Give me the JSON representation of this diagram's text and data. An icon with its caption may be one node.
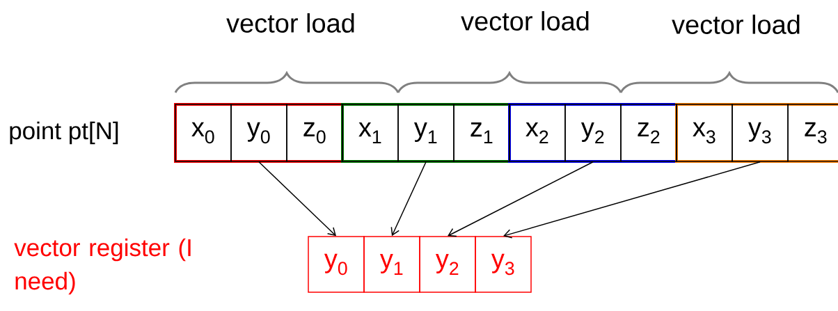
{
  "diagram": {
    "nodes": [
      {
        "text": [],
        "shape": "box"
      },
      {
        "text": [
          "x$_{0}$"
        ],
        "in": 0
      },
      {
        "text": [
          "y$_{0}$"
        ],
        "in": 0
      },
      {
        "text": [
          "z$_{0}$"
        ],
        "in": 0
      },
      {
        "text": [],
        "shape": "box"
      },
      {
        "text": [
          "x$_{1}$"
        ],
        "in": 4
      },
      {
        "text": [
          "y$_{1}$"
        ],
        "in": 4
      },
      {
        "text": [
          "z$_{1}$"
        ],
        "in": 4
      },
      {
        "text": [],
        "shape": "box"
      },
      {
        "text": [
          "x$_{2}$"
        ],
        "in": 8
      },
      {
        "text": [
          "y$_{2}$"
        ],
        "in": 8
      },
      {
        "text": [
          "z$_{2}$"
        ],
        "in": 8
      },
      {
        "text": [],
        "shape": "box"
      },
      {
        "text": [
          "x$_{3}$"
        ],
        "in": 12
      },
      {
        "text": [
          "y$_{3}$"
        ],
        "in": 12
      },
      {
        "text": [
          "z$_{3}$"
        ],
        "in": 12
      },
      {
        "text": [
          "y$_{0}$"
        ]
      },
      {
        "text": [
          "y$_{1}$"
        ]
      },
      {
        "text": [
          "y$_{2}$"
        ]
      },
      {
        "text": [
          "y$_{3}$"
        ]
      }
    ],
    "edges": [
      {
        "from": 2,
        "to": 16,
        "arrow": "to"
      },
      {
        "from": 6,
        "to": 17,
        "arrow": "to"
      },
      {
        "from": 10,
        "to": 18,
        "arrow": "to"
      },
      {
        "from": 14,
        "to": 19,
        "arrow": "to"
      }
    ],
    "labels": [
      "vector load",
      "vector load",
      "vector load",
      "point pt[N]",
      "vector register (I need)"
    ]
  }
}
